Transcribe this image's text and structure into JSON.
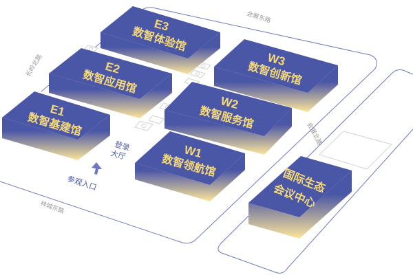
{
  "colors": {
    "building_top": "#4a56a6",
    "building_side_top": "#4a56a6",
    "building_side_bottom": "#fde69a",
    "label_text": "#f6d977",
    "road_outline": "#6f78c2",
    "road_label": "#9a9a9a",
    "poi_label": "#4a56a6"
  },
  "roads": {
    "top": "会展东路",
    "left": "长岭北路",
    "bottom": "林城东路",
    "right": "会展北路"
  },
  "pois": {
    "registration_hall_line1": "登录",
    "registration_hall_line2": "大厅",
    "visitor_entrance": "参观入口"
  },
  "buildings": [
    {
      "id": "E3",
      "code": "E3",
      "name": "数智体验馆"
    },
    {
      "id": "E2",
      "code": "E2",
      "name": "数智应用馆"
    },
    {
      "id": "E1",
      "code": "E1",
      "name": "数智基建馆"
    },
    {
      "id": "W3",
      "code": "W3",
      "name": "数智创新馆"
    },
    {
      "id": "W2",
      "code": "W2",
      "name": "数智服务馆"
    },
    {
      "id": "W1",
      "code": "W1",
      "name": "数智领航馆"
    },
    {
      "id": "ICC",
      "code": "",
      "name_line1": "国际生态",
      "name_line2": "会议中心"
    }
  ]
}
